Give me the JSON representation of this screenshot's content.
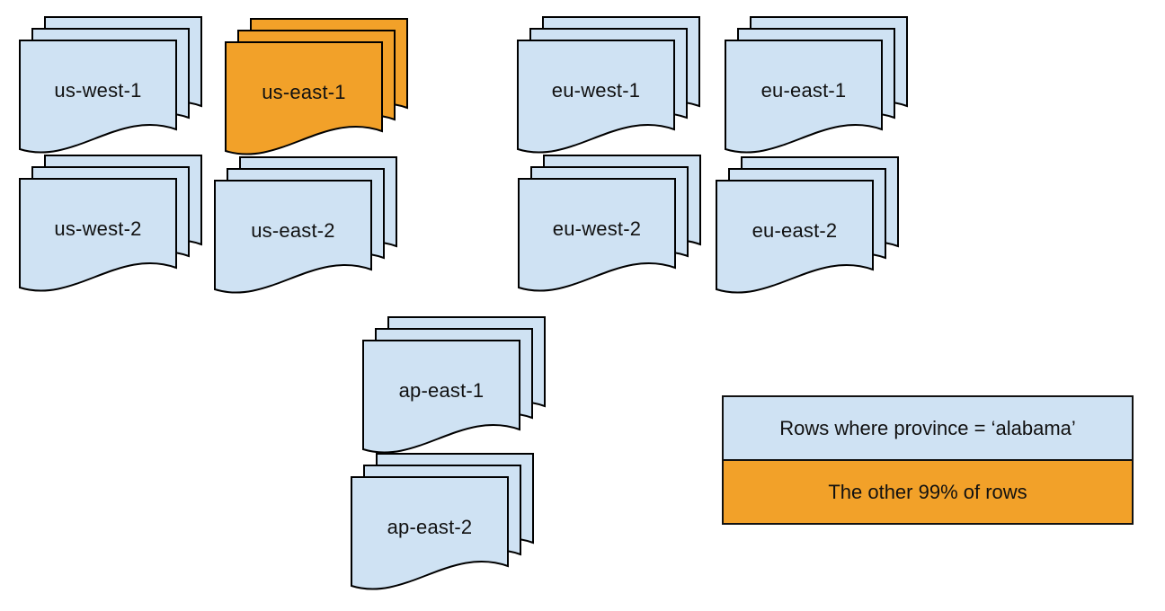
{
  "stacks": [
    {
      "label": "us-west-1",
      "variant": "blue"
    },
    {
      "label": "us-east-1",
      "variant": "orange"
    },
    {
      "label": "us-west-2",
      "variant": "blue"
    },
    {
      "label": "us-east-2",
      "variant": "blue"
    },
    {
      "label": "eu-west-1",
      "variant": "blue"
    },
    {
      "label": "eu-east-1",
      "variant": "blue"
    },
    {
      "label": "eu-west-2",
      "variant": "blue"
    },
    {
      "label": "eu-east-2",
      "variant": "blue"
    },
    {
      "label": "ap-east-1",
      "variant": "blue"
    },
    {
      "label": "ap-east-2",
      "variant": "blue"
    }
  ],
  "legend": {
    "items": [
      {
        "label": "Rows where province = ‘alabama’",
        "color": "blue"
      },
      {
        "label": "The other 99% of rows",
        "color": "orange"
      }
    ]
  },
  "colors": {
    "blue": "#CFE2F3",
    "orange": "#F2A129",
    "outline": "#000000"
  }
}
